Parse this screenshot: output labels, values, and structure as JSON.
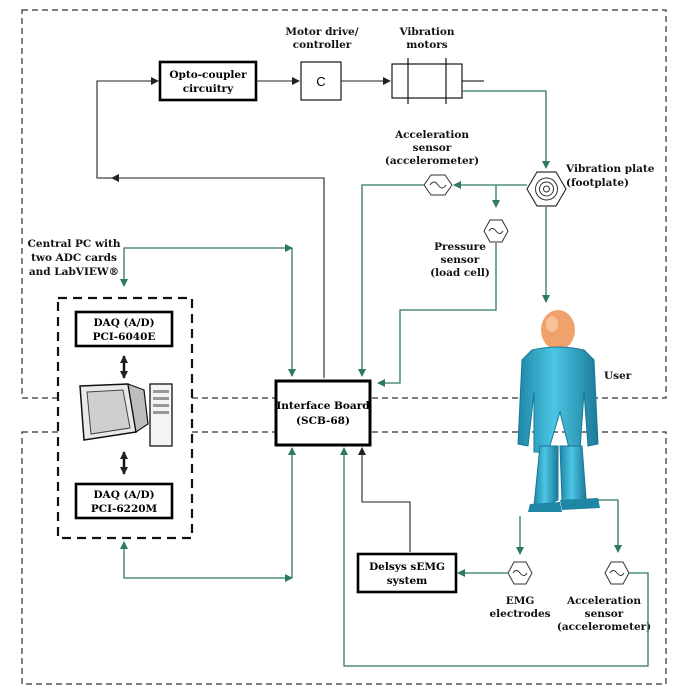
{
  "labels": {
    "opto": [
      "Opto-coupler",
      "circuitry"
    ],
    "motor_drive": [
      "Motor drive/",
      "controller"
    ],
    "controller_symbol": "C",
    "vibration_motors": [
      "Vibration",
      "motors"
    ],
    "accel_top": [
      "Acceleration",
      "sensor",
      "(accelerometer)"
    ],
    "vibration_plate": [
      "Vibration plate",
      "(footplate)"
    ],
    "pressure": [
      "Pressure",
      "sensor",
      "(load cell)"
    ],
    "central_pc": [
      "Central PC with",
      "two ADC cards",
      "and LabVIEW®"
    ],
    "daq1": [
      "DAQ (A/D)",
      "PCI-6040E"
    ],
    "daq2": [
      "DAQ (A/D)",
      "PCI-6220M"
    ],
    "interface": [
      "Interface Board",
      "(SCB-68)"
    ],
    "user": "User",
    "delsys": [
      "Delsys sEMG",
      "system"
    ],
    "emg": [
      "EMG",
      "electrodes"
    ],
    "accel_bottom": [
      "Acceleration",
      "sensor",
      "(accelerometer)"
    ]
  },
  "colors": {
    "signal_wire": "#2f7a5a",
    "control_wire": "#222222",
    "figure_body": "#35b7d6",
    "figure_shadow": "#1f86a6",
    "figure_head": "#f1a26c"
  }
}
